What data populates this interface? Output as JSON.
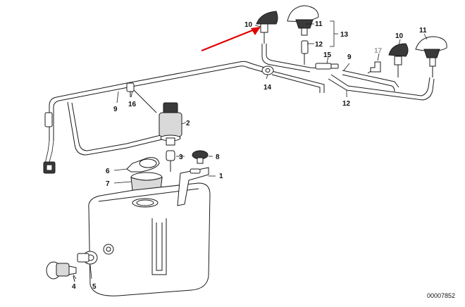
{
  "diagram": {
    "accent_color": "#e00000",
    "callouts": {
      "c1": "1",
      "c2": "2",
      "c3": "3",
      "c4": "4",
      "c5": "5",
      "c6": "6",
      "c7": "7",
      "c8": "8",
      "c9a": "9",
      "c9b": "9",
      "c10a": "10",
      "c10b": "10",
      "c11a": "11",
      "c11b": "11",
      "c12a": "12",
      "c12b": "12",
      "c13": "13",
      "c14": "14",
      "c15": "15",
      "c16": "16",
      "c17": "17"
    },
    "reference_code": "00007852"
  }
}
